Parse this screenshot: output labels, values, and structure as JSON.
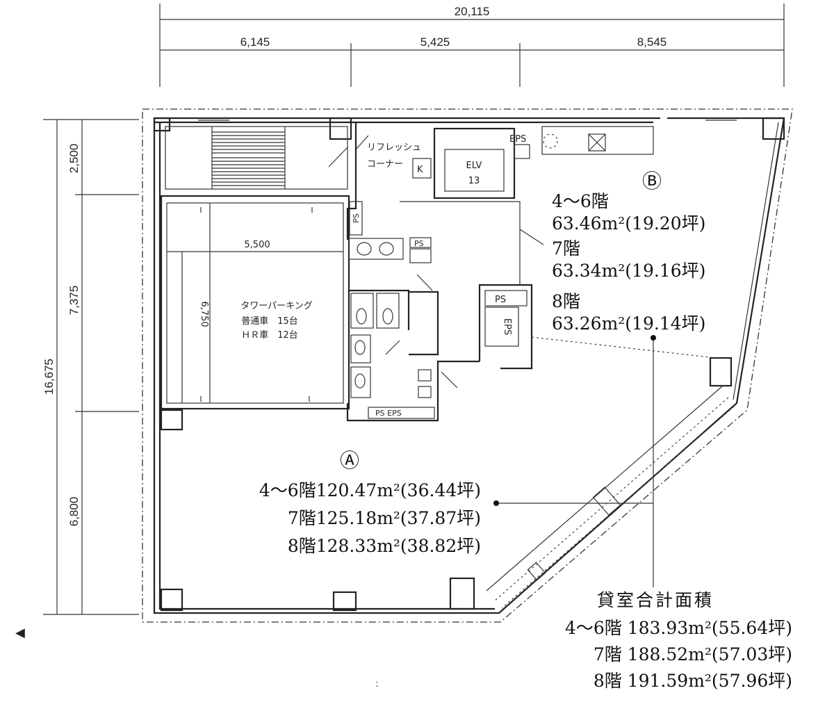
{
  "dimensions": {
    "top_total": "20,115",
    "top_segments": [
      "6,145",
      "5,425",
      "8,545"
    ],
    "left_total": "16,675",
    "left_segments": [
      "2,500",
      "7,375",
      "6,800"
    ]
  },
  "rooms": {
    "refresh_corner": [
      "リフレッシュ",
      "コーナー"
    ],
    "kitchen": "K",
    "elevator": {
      "label": "ELV",
      "number": "13"
    },
    "eps": "EPS",
    "ps": "PS",
    "ps_eps": "PS  EPS",
    "parking": {
      "title": "タワーパーキング",
      "regular": "普通車　15台",
      "hr": "ＨＲ車　12台",
      "width_dim": "5,500",
      "depth_dim": "6,750"
    }
  },
  "units": {
    "a": {
      "marker": "Ⓐ",
      "lines": [
        "4～6階120.47m²(36.44坪)",
        "7階125.18m²(37.87坪)",
        "8階128.33m²(38.82坪)"
      ]
    },
    "b": {
      "marker": "Ⓑ",
      "lines": [
        "4～6階",
        "63.46m²(19.20坪)",
        "7階",
        "63.34m²(19.16坪)",
        "8階",
        "63.26m²(19.14坪)"
      ]
    }
  },
  "total": {
    "title": "貸室合計面積",
    "lines": [
      "4～6階 183.93m²(55.64坪)",
      "7階 188.52m²(57.03坪)",
      "8階 191.59m²(57.96坪)"
    ]
  },
  "misc": {
    "left_arrow": "◀",
    "bottom_mark": ":"
  }
}
